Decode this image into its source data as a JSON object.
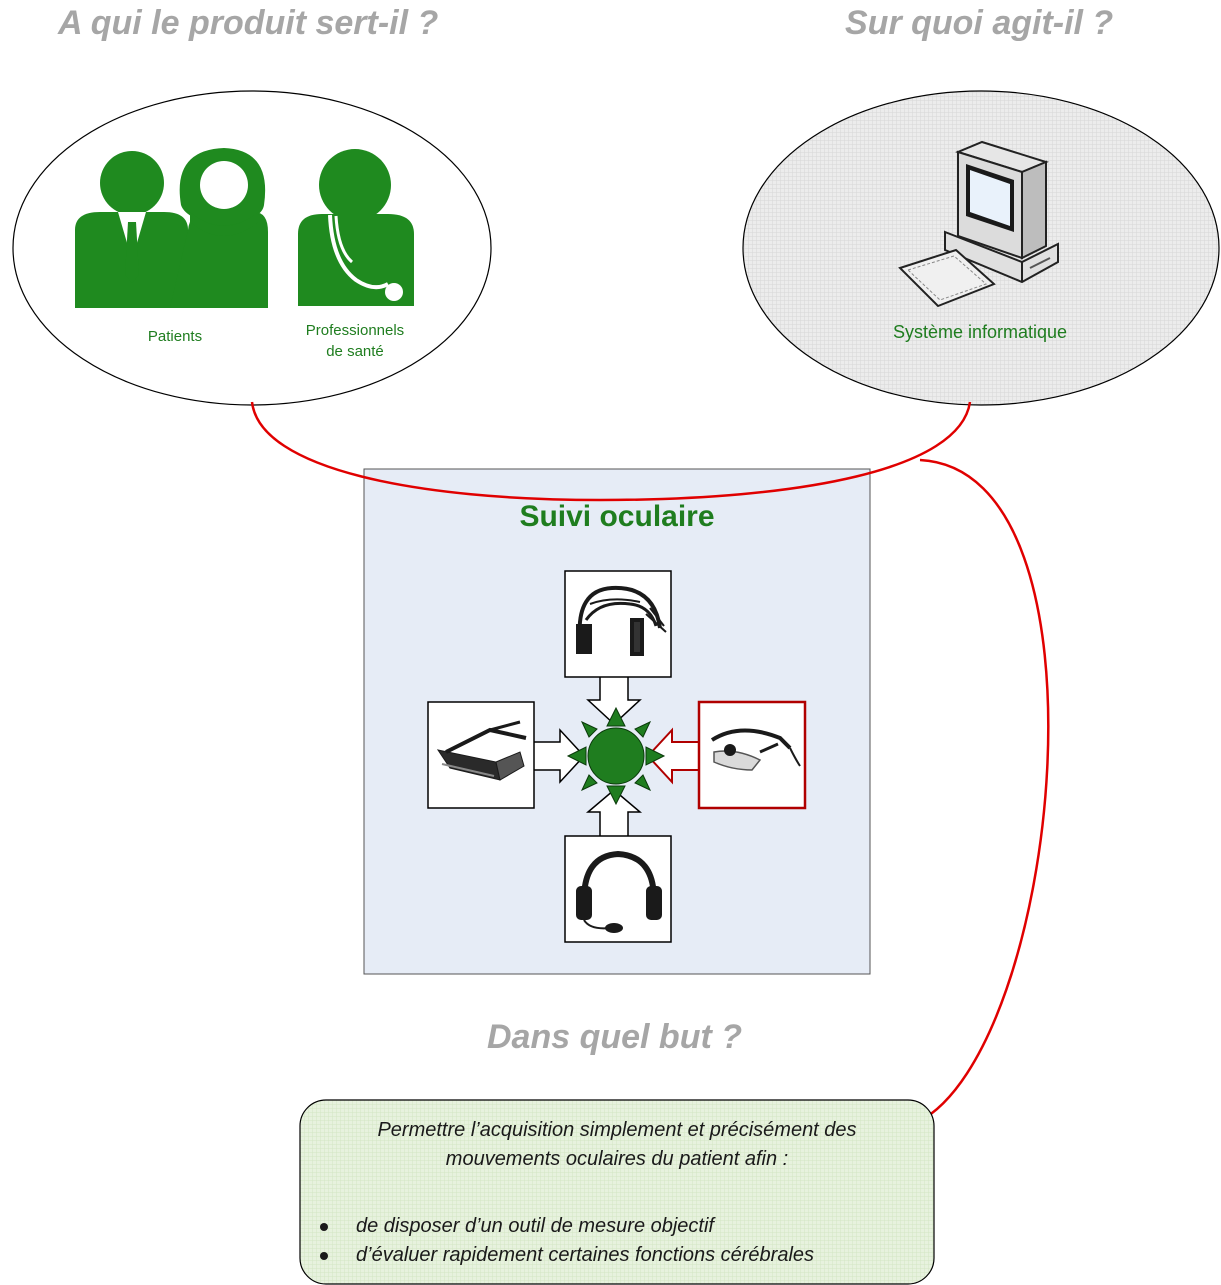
{
  "questions": {
    "who": "A qui le produit sert-il ?",
    "what": "Sur quoi agit-il ?",
    "why": "Dans quel but ?"
  },
  "users": {
    "patients": "Patients",
    "professionals_line1": "Professionnels",
    "professionals_line2": "de santé"
  },
  "target": {
    "label": "Système informatique"
  },
  "product": {
    "title": "Suivi oculaire",
    "devices": [
      "headset-tracker-icon",
      "glasses-tracker-icon",
      "head-mounted-camera-icon",
      "audio-headset-icon"
    ]
  },
  "goal": {
    "intro_line1": "Permettre l’acquisition simplement et précisément des",
    "intro_line2": "mouvements oculaires du patient afin :",
    "items": [
      "de disposer d’un outil de mesure objectif",
      "d’évaluer rapidement certaines fonctions cérébrales"
    ]
  },
  "colors": {
    "green": "#1f7d1f",
    "red": "#e00000",
    "product_bg": "#e6ecf6",
    "goal_bg": "#e2f0d9",
    "grey_text": "#a6a6a6"
  }
}
